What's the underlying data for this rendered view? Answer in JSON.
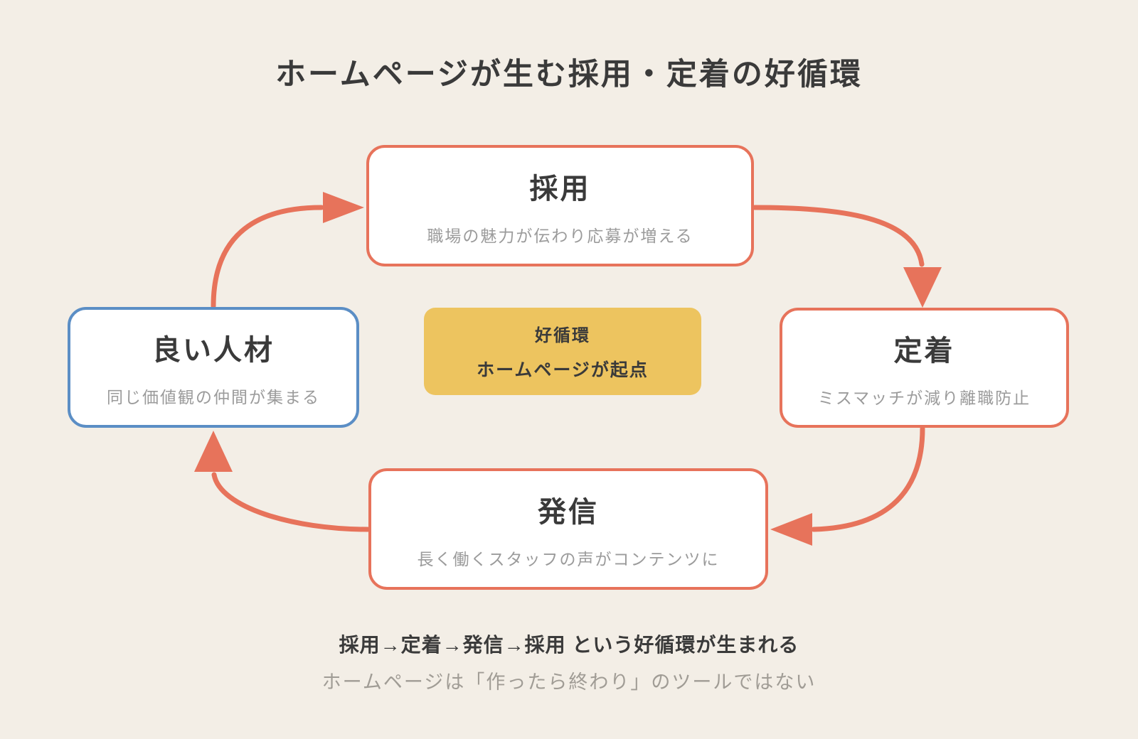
{
  "title": "ホームページが生む採用・定着の好循環",
  "nodes": {
    "recruit": {
      "title": "採用",
      "subtitle": "職場の魅力が伝わり応募が増える"
    },
    "retention": {
      "title": "定着",
      "subtitle": "ミスマッチが減り離職防止"
    },
    "broadcast": {
      "title": "発信",
      "subtitle": "長く働くスタッフの声がコンテンツに"
    },
    "talent": {
      "title": "良い人材",
      "subtitle": "同じ価値観の仲間が集まる"
    }
  },
  "center": {
    "line1": "好循環",
    "line2": "ホームページが起点"
  },
  "footer": {
    "main": "採用→定着→発信→採用 という好循環が生まれる",
    "note": "ホームページは「作ったら終わり」のツールではない"
  },
  "colors": {
    "bg": "#F3EEE6",
    "coral": "#E7735B",
    "blue": "#5B8EC5",
    "yellow": "#EDC45F",
    "ink": "#3A3A3A",
    "muted": "#9B9B9B",
    "note": "#A09C95"
  }
}
